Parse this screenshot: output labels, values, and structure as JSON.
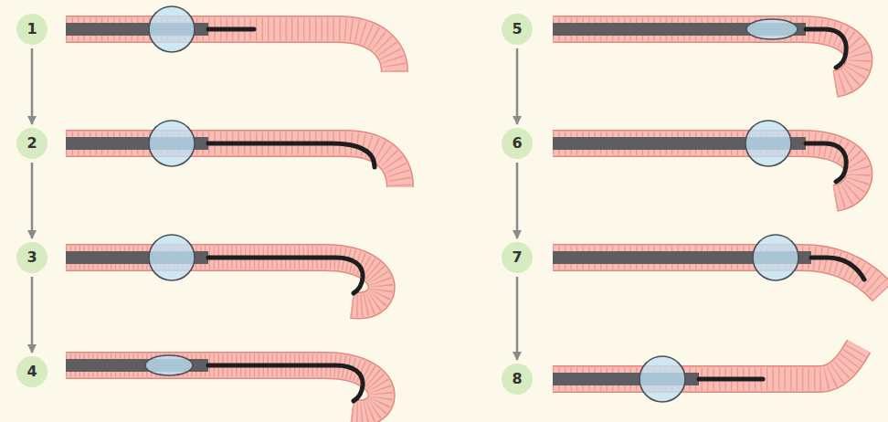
{
  "diagram": {
    "nodes": [
      {
        "text": [
          "1"
        ]
      },
      {
        "text": [
          "2"
        ]
      },
      {
        "text": [
          "3"
        ]
      },
      {
        "text": [
          "4"
        ]
      },
      {
        "text": [
          "5"
        ]
      },
      {
        "text": [
          "6"
        ]
      },
      {
        "text": [
          "7"
        ]
      },
      {
        "text": [
          "8"
        ]
      }
    ],
    "edges": [
      {
        "from": 0,
        "to": 1,
        "arrow": "to"
      },
      {
        "from": 1,
        "to": 2,
        "arrow": "to"
      },
      {
        "from": 2,
        "to": 3,
        "arrow": "to"
      },
      {
        "from": 4,
        "to": 5,
        "arrow": "to"
      },
      {
        "from": 5,
        "to": 6,
        "arrow": "to"
      },
      {
        "from": 6,
        "to": 7,
        "arrow": "to"
      }
    ]
  }
}
